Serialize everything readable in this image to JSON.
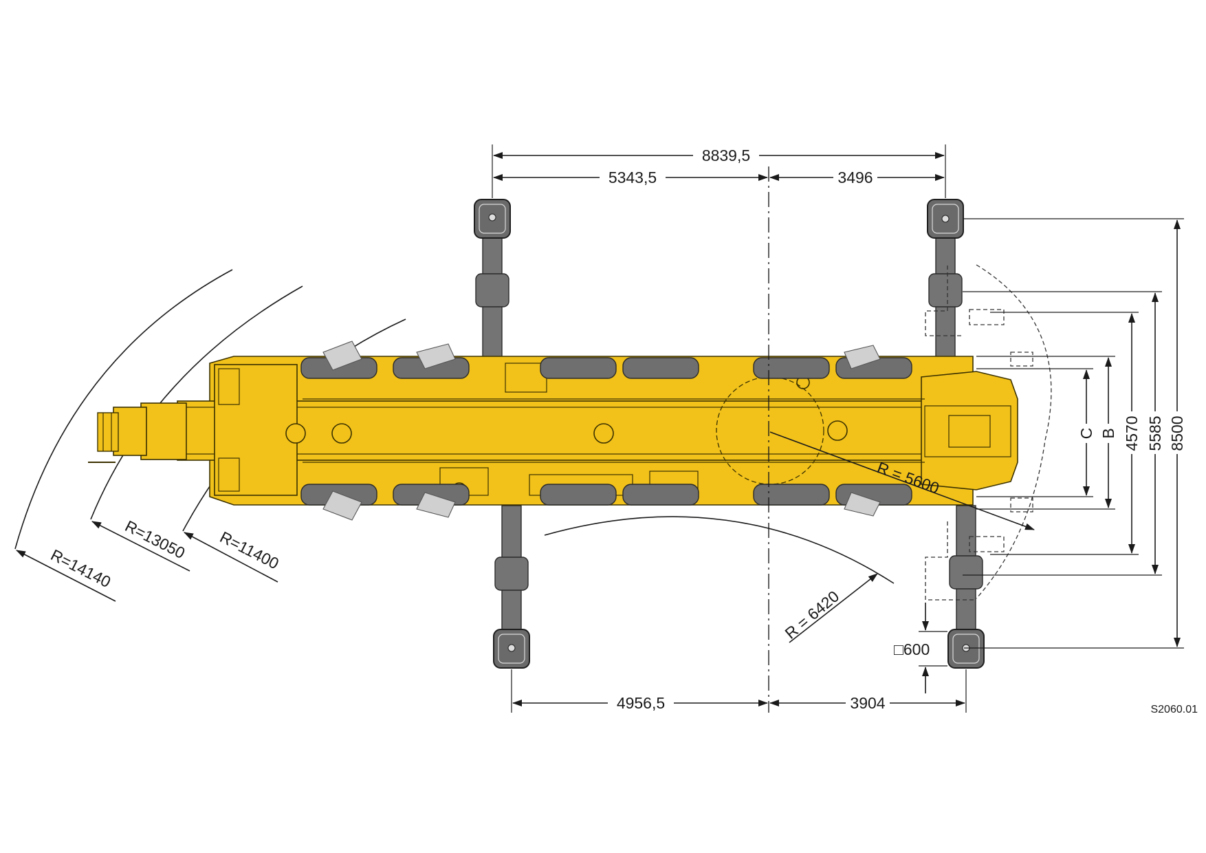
{
  "drawing_id": "S2060.01",
  "dimensions": {
    "top_total": "8839,5",
    "top_left": "5343,5",
    "top_right": "3496",
    "bottom_left": "4956,5",
    "bottom_right": "3904",
    "height_c": "C",
    "height_b": "B",
    "height_4570": "4570",
    "height_5585": "5585",
    "height_8500": "8500",
    "pad_size": "□600"
  },
  "radii": {
    "r1": "R=14140",
    "r2": "R=13050",
    "r3": "R=11400",
    "r4": "R = 6420",
    "r5": "R = 5600"
  },
  "colors": {
    "carrier": "#f2c21a",
    "tyres": "#6f6f6f",
    "outriggers": "#747474",
    "lines": "#1a1a1a"
  }
}
